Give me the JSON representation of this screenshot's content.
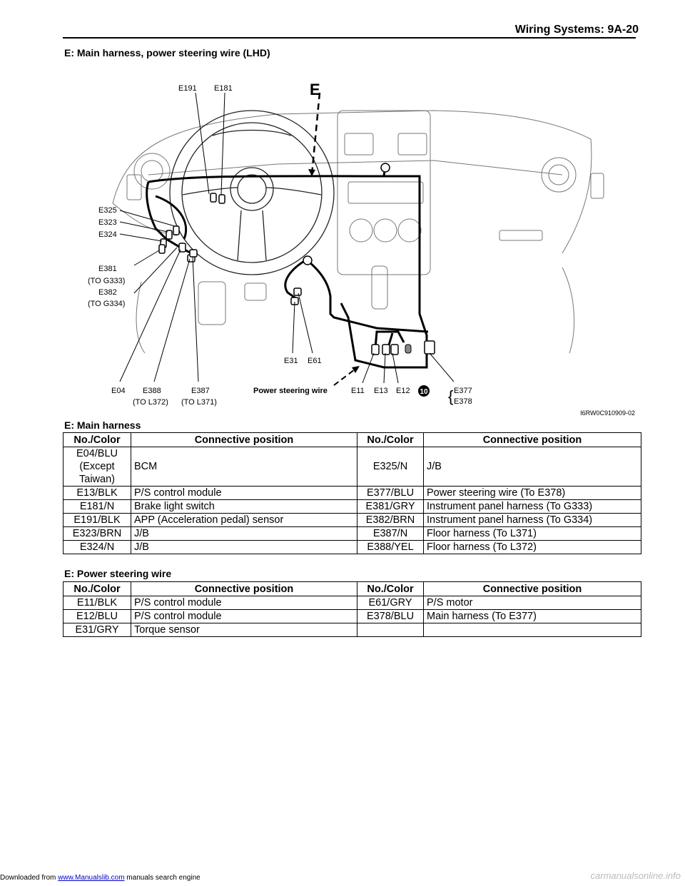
{
  "header": {
    "title": "Wiring Systems:   9A-20"
  },
  "sections": {
    "diagram_title": "E: Main harness, power steering wire (LHD)",
    "main_title": "E: Main harness",
    "ps_title": "E: Power steering wire"
  },
  "diagram": {
    "figure_id": "I6RW0C910909-02",
    "big_label": "E",
    "badge": "10",
    "labels": {
      "E191": "E191",
      "E181": "E181",
      "E325": "E325",
      "E323": "E323",
      "E324": "E324",
      "E381": "E381",
      "E381_sub": "(TO G333)",
      "E382": "E382",
      "E382_sub": "(TO G334)",
      "E31": "E31",
      "E61": "E61",
      "E04": "E04",
      "E388": "E388",
      "E388_sub": "(TO L372)",
      "E387": "E387",
      "E387_sub": "(TO L371)",
      "power_steering_wire": "Power steering wire",
      "E11": "E11",
      "E13": "E13",
      "E12": "E12",
      "E377": "E377",
      "E378": "E378"
    }
  },
  "table_headers": {
    "no_color": "No./Color",
    "position": "Connective position"
  },
  "main_table": [
    {
      "n1": "E04/BLU\n(Except\nTaiwan)",
      "p1": "BCM",
      "n2": "E325/N",
      "p2": "J/B"
    },
    {
      "n1": "E13/BLK",
      "p1": "P/S control module",
      "n2": "E377/BLU",
      "p2": "Power steering wire (To E378)"
    },
    {
      "n1": "E181/N",
      "p1": "Brake light switch",
      "n2": "E381/GRY",
      "p2": "Instrument panel harness (To G333)"
    },
    {
      "n1": "E191/BLK",
      "p1": "APP (Acceleration pedal) sensor",
      "n2": "E382/BRN",
      "p2": "Instrument panel harness (To G334)"
    },
    {
      "n1": "E323/BRN",
      "p1": "J/B",
      "n2": "E387/N",
      "p2": "Floor harness (To L371)"
    },
    {
      "n1": "E324/N",
      "p1": "J/B",
      "n2": "E388/YEL",
      "p2": "Floor harness (To L372)"
    }
  ],
  "ps_table": [
    {
      "n1": "E11/BLK",
      "p1": "P/S control module",
      "n2": "E61/GRY",
      "p2": "P/S motor"
    },
    {
      "n1": "E12/BLU",
      "p1": "P/S control module",
      "n2": "E378/BLU",
      "p2": "Main harness (To E377)"
    },
    {
      "n1": "E31/GRY",
      "p1": "Torque sensor",
      "n2": "",
      "p2": ""
    }
  ],
  "footer": {
    "prefix": "Downloaded from ",
    "link": "www.Manualslib.com",
    "suffix": "  manuals search engine",
    "watermark": "carmanualsonline.info"
  }
}
